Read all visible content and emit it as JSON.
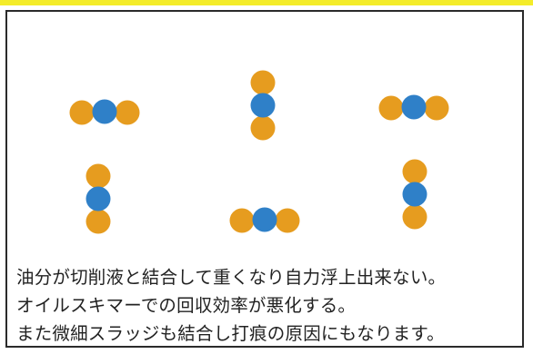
{
  "colors": {
    "orange_particle": "#e69c1f",
    "blue_particle": "#2f80c8",
    "top_strip": "#f4ec2a",
    "border": "#2a2a2a",
    "text": "#222222"
  },
  "molecules": {
    "count": 6,
    "structure": "orange-blue-orange"
  },
  "caption": {
    "line1": "油分が切削液と結合して重くなり自力浮上出来ない。",
    "line2": "オイルスキマーでの回収効率が悪化する。",
    "line3": "また微細スラッジも結合し打痕の原因にもなります。"
  }
}
